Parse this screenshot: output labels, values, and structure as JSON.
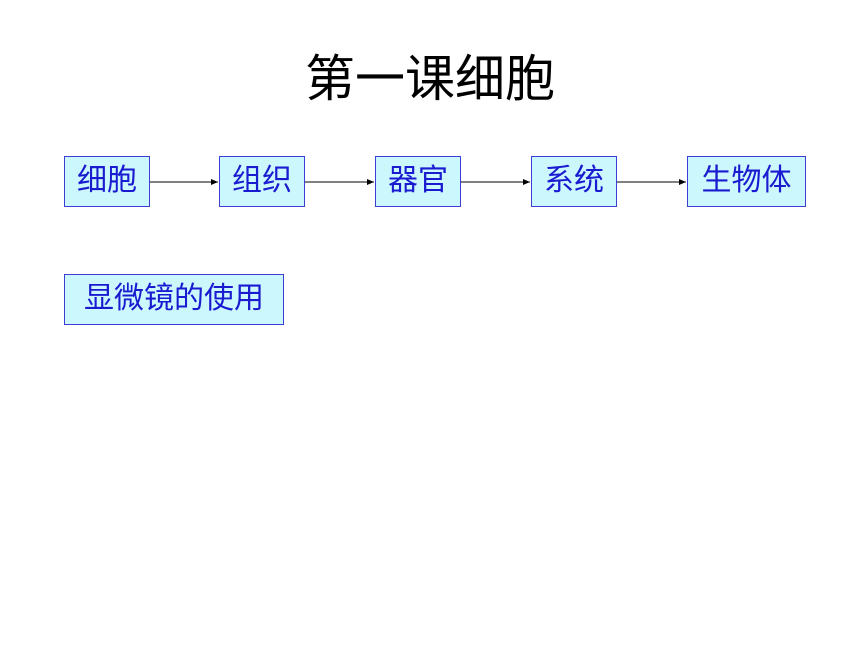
{
  "title": "第一课细胞",
  "flow": {
    "steps": [
      "细胞",
      "组织",
      "器官",
      "系统",
      "生物体"
    ],
    "arrow_color": "#000000"
  },
  "topic_box": "显微镜的使用",
  "colors": {
    "box_fill": "#ccf8fd",
    "box_border": "#3d3dd6",
    "box_text": "#1a1ad1"
  }
}
